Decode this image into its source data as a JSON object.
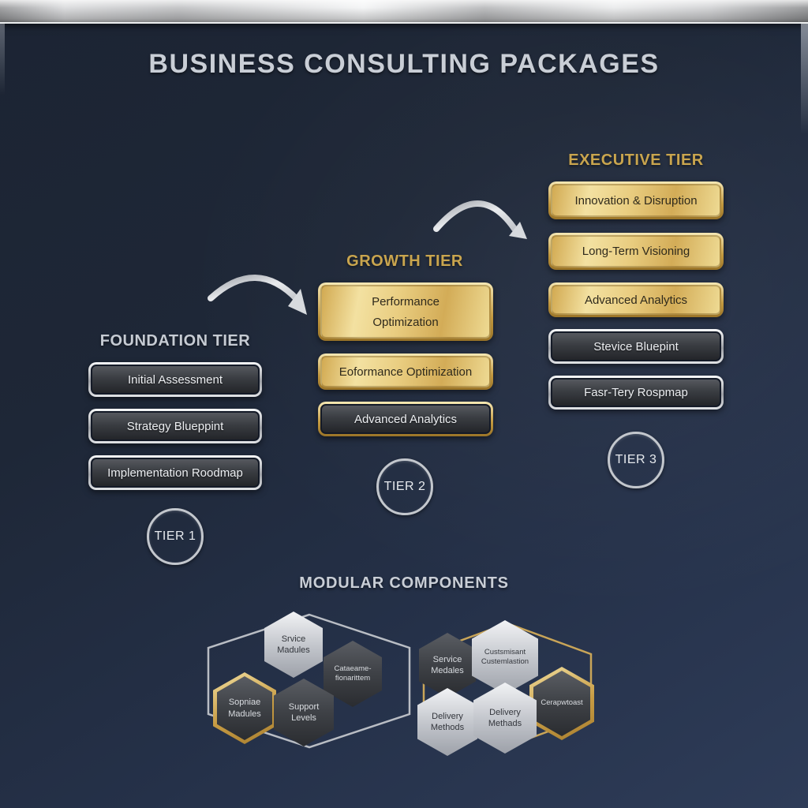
{
  "title": "BUSINESS CONSULTING PACKAGES",
  "colors": {
    "background_navy": "#222e46",
    "accent_gold": "#c9a54e",
    "accent_silver": "#c6cbd3",
    "pill_dark": "#3a3d42",
    "metal_bar": "#d8d9db"
  },
  "tiers": [
    {
      "name": "FOUNDATION TIER",
      "badge": "TIER 1",
      "items": [
        {
          "label": "Initial Assessment"
        },
        {
          "label": "Strategy Blueppint"
        },
        {
          "label": "Implementation Roodmap"
        }
      ]
    },
    {
      "name": "GROWTH TIER",
      "badge": "TIER 2",
      "items": [
        {
          "lines": [
            "Performance",
            "Optimization"
          ]
        },
        {
          "label": "Eoformance Optimization"
        },
        {
          "label": "Advanced Analytics"
        }
      ]
    },
    {
      "name": "EXECUTIVE TIER",
      "badge": "TIER 3",
      "items": [
        {
          "label": "Innovation & Disruption"
        },
        {
          "label": "Long-Term Visioning"
        },
        {
          "label": "Advanced Analytics"
        },
        {
          "label": "Stevice Bluepint"
        },
        {
          "label": "Fasr-Tery Rospmap"
        }
      ]
    }
  ],
  "modular": {
    "title": "MODULAR COMPONENTS",
    "left_hexes": [
      {
        "lines": [
          "Srvice",
          "Madules"
        ]
      },
      {
        "lines": [
          "Cataeame-",
          "fionarittem"
        ]
      },
      {
        "lines": [
          "Sopniae",
          "Madules"
        ]
      },
      {
        "lines": [
          "Support",
          "Levels"
        ]
      }
    ],
    "right_hexes": [
      {
        "lines": [
          "Service",
          "Medales"
        ]
      },
      {
        "lines": [
          "Custsmisant",
          "Custemlastion"
        ]
      },
      {
        "lines": [
          "Cerapwtoast"
        ]
      },
      {
        "lines": [
          "Delivery",
          "Methods"
        ]
      },
      {
        "lines": [
          "Delivery",
          "Methads"
        ]
      }
    ]
  }
}
